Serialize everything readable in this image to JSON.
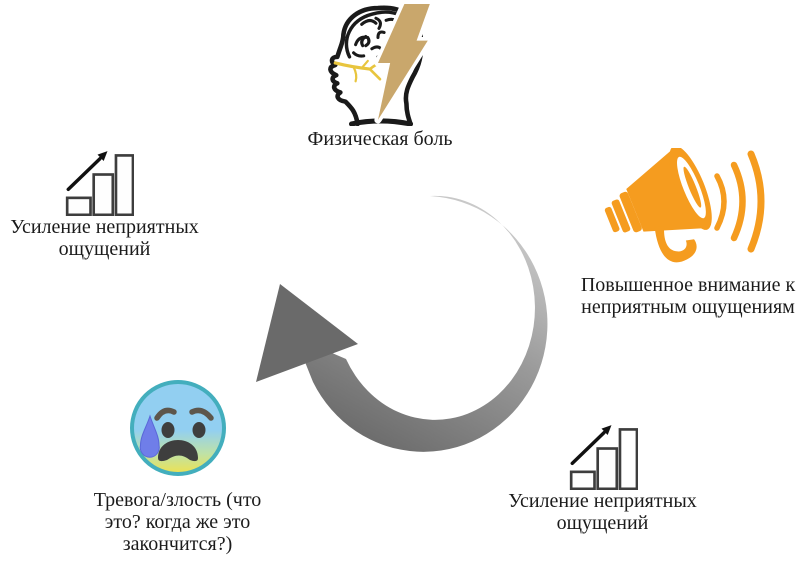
{
  "page": {
    "background": "#ffffff",
    "description": "Цикл физической боли"
  },
  "colors": {
    "text": "#1b1b1b",
    "icon_outline": "#1a1a1a",
    "bars_outline": "#3d3d3d",
    "bars_fill": "#fefefe",
    "arrow_light": "#cbcbcb",
    "arrow_mid": "#9a9a9a",
    "arrow_dark": "#6a6a6a",
    "megaphone_orange": "#F59C1F",
    "lightning_tan": "#C9A76C",
    "nerve_yellow": "#E8C53E",
    "emoji_ring": "#43AEBD",
    "emoji_blue": "#92CFF1",
    "emoji_green": "#BFE2A6",
    "emoji_yellow": "#EFE24F",
    "emoji_feature": "#3E3E3E",
    "emoji_brow": "#5D564C",
    "sweat_blue": "#6F7EE9"
  },
  "nodes": {
    "pain": {
      "icon": "brain-lightning-icon",
      "lines": [
        "Физическая боль"
      ]
    },
    "attention": {
      "icon": "megaphone-icon",
      "lines": [
        "Повышенное внимание к",
        "неприятным ощущениям"
      ]
    },
    "intensify_right": {
      "icon": "rising-bars-icon",
      "lines": [
        "Усиление неприятных",
        "ощущений"
      ]
    },
    "anxiety": {
      "icon": "anxious-face-icon",
      "lines": [
        "Тревога/злость (что",
        "это? когда же это",
        "закончится?)"
      ]
    },
    "intensify_left": {
      "icon": "rising-bars-icon",
      "lines": [
        "Усиление неприятных",
        "ощущений"
      ]
    }
  },
  "cycle_arrow": {
    "shape": "tapered-circular-arrow",
    "direction": "clockwise"
  }
}
